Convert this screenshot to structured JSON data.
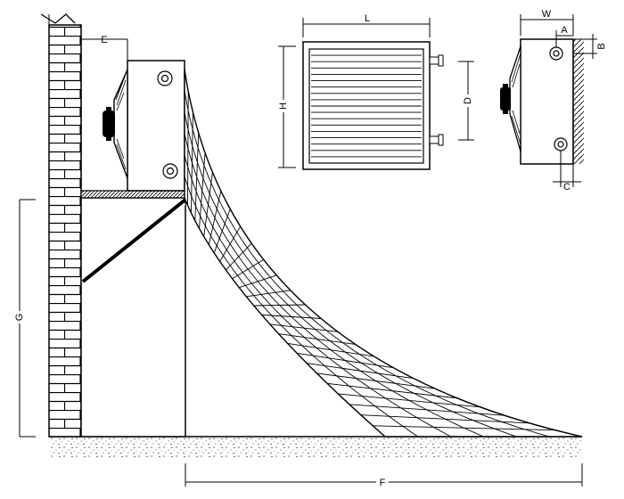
{
  "diagram": {
    "labels": {
      "wall_offset": "E",
      "heater_width": "L",
      "heater_depth": "W",
      "height": "H",
      "pipe_spacing": "D",
      "pipe_top_offset": "A",
      "pipe_side_offset": "B",
      "pipe_bottom_offset": "C",
      "mount_height": "G",
      "throw_distance": "F"
    },
    "colors": {
      "line": "#000000",
      "background": "#ffffff"
    },
    "icons": {
      "fan": "fan-motor-icon",
      "pipe": "pipe-connection-icon"
    }
  }
}
